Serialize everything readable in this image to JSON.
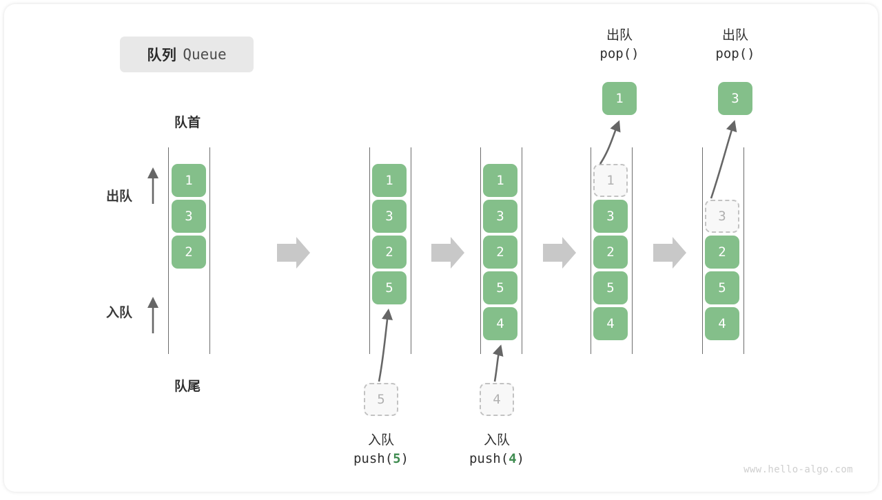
{
  "title": {
    "cn": "队列",
    "en": "Queue"
  },
  "labels": {
    "head": "队首",
    "tail": "队尾",
    "dequeue": "出队",
    "enqueue": "入队"
  },
  "watermark": "www.hello-algo.com",
  "colors": {
    "cell_fill": "#84bf8a",
    "cell_text": "#ffffff",
    "ghost_fill": "#f8f8f8",
    "ghost_border": "#c2c2c2",
    "ghost_text": "#b0b0b0",
    "rail": "#6b6b6b",
    "arrow": "#c8c8c8",
    "accent_code": "#3e8b4f",
    "chip_bg": "#e8e8e8"
  },
  "steps": [
    {
      "id": "initial",
      "cells": [
        "1",
        "3",
        "2"
      ],
      "ghost_index": -1,
      "side_labels": {
        "dequeue": "出队",
        "enqueue": "入队"
      },
      "caption_cn": "",
      "caption_code": ""
    },
    {
      "id": "push-5",
      "cells": [
        "1",
        "3",
        "2",
        "5"
      ],
      "ghost_index": -1,
      "incoming": "5",
      "caption_cn": "入队",
      "caption_code_prefix": "push(",
      "caption_code_value": "5",
      "caption_code_suffix": ")"
    },
    {
      "id": "push-4",
      "cells": [
        "1",
        "3",
        "2",
        "5",
        "4"
      ],
      "ghost_index": -1,
      "incoming": "4",
      "caption_cn": "入队",
      "caption_code_prefix": "push(",
      "caption_code_value": "4",
      "caption_code_suffix": ")"
    },
    {
      "id": "pop-1",
      "cells": [
        "1",
        "3",
        "2",
        "5",
        "4"
      ],
      "ghost_index": 0,
      "popped": "1",
      "caption_cn": "出队",
      "caption_code": "pop()"
    },
    {
      "id": "pop-3",
      "cells": [
        "",
        "3",
        "2",
        "5",
        "4"
      ],
      "ghost_index": 1,
      "popped": "3",
      "caption_cn": "出队",
      "caption_code": "pop()"
    }
  ]
}
